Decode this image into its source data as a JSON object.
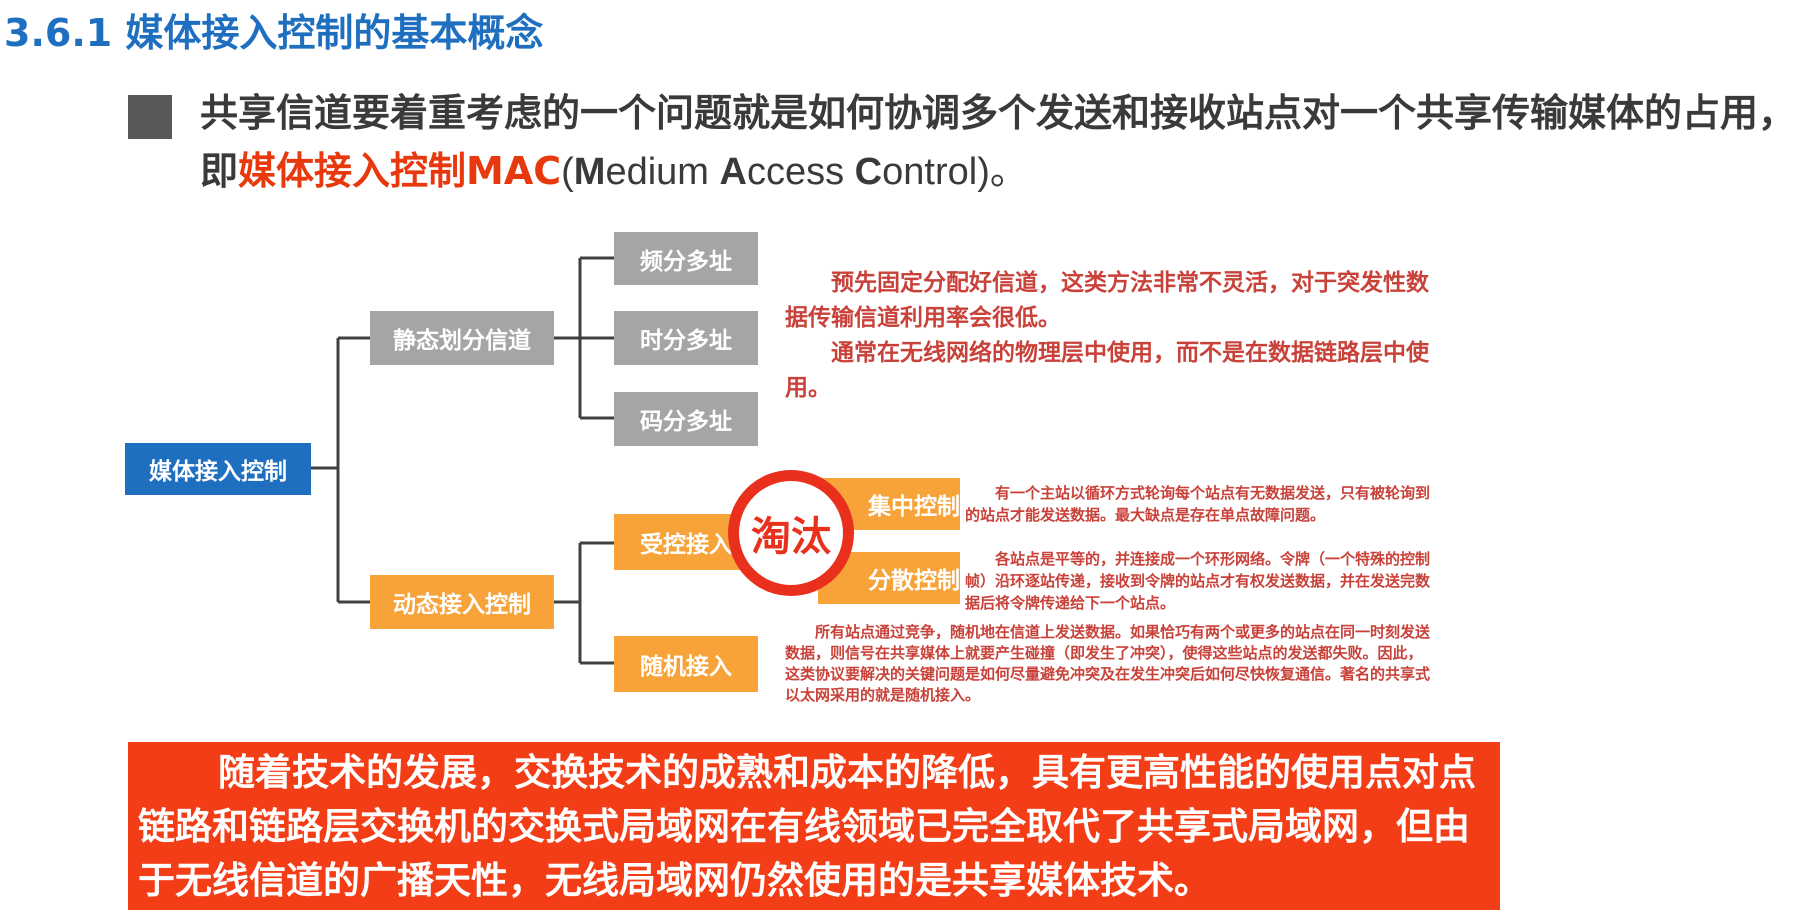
{
  "title": "3.6.1 媒体接入控制的基本概念",
  "intro": {
    "text_before": "共享信道要着重考虑的一个问题就是如何协调多个发送和接收站点对一个共享传输媒体的占用，即",
    "highlight": "媒体接入控制MAC",
    "paren_open": "(",
    "m_bold": "M",
    "m_rest": "edium ",
    "a_bold": "A",
    "a_rest": "ccess ",
    "c_bold": "C",
    "c_rest": "ontrol",
    "tail": ")。"
  },
  "tree": {
    "root": "媒体接入控制",
    "static": "静态划分信道",
    "dynamic": "动态接入控制",
    "fdm": "频分多址",
    "tdm": "时分多址",
    "cdm": "码分多址",
    "controlled": "受控接入",
    "random": "随机接入",
    "centralized": "集中控制",
    "distributed": "分散控制"
  },
  "stamp_text": "淘汰",
  "notes": {
    "static_1": "预先固定分配好信道，这类方法非常不灵活，对于突发性数据传输信道利用率会很低。",
    "static_2": "通常在无线网络的物理层中使用，而不是在数据链路层中使用。",
    "centralized": "有一个主站以循环方式轮询每个站点有无数据发送，只有被轮询到的站点才能发送数据。最大缺点是存在单点故障问题。",
    "distributed": "各站点是平等的，并连接成一个环形网络。令牌（一个特殊的控制帧）沿环逐站传递，接收到令牌的站点才有权发送数据，并在发送完数据后将令牌传递给下一个站点。",
    "random": "所有站点通过竞争，随机地在信道上发送数据。如果恰巧有两个或更多的站点在同一时刻发送数据，则信号在共享媒体上就要产生碰撞（即发生了冲突），使得这些站点的发送都失败。因此，这类协议要解决的关键问题是如何尽量避免冲突及在发生冲突后如何尽快恢复通信。著名的共享式以太网采用的就是随机接入。"
  },
  "banner": "随着技术的发展，交换技术的成熟和成本的降低，具有更高性能的使用点对点链路和链路层交换机的交换式局域网在有线领域已完全取代了共享式局域网，但由于无线信道的广播天性，无线局域网仍然使用的是共享媒体技术。",
  "colors": {
    "title_blue": "#1f6fc0",
    "node_gray": "#a5a5a5",
    "node_orange": "#f8a33a",
    "highlight_red": "#e8380d",
    "banner_red": "#f33d17",
    "note_red": "#c9423a"
  }
}
